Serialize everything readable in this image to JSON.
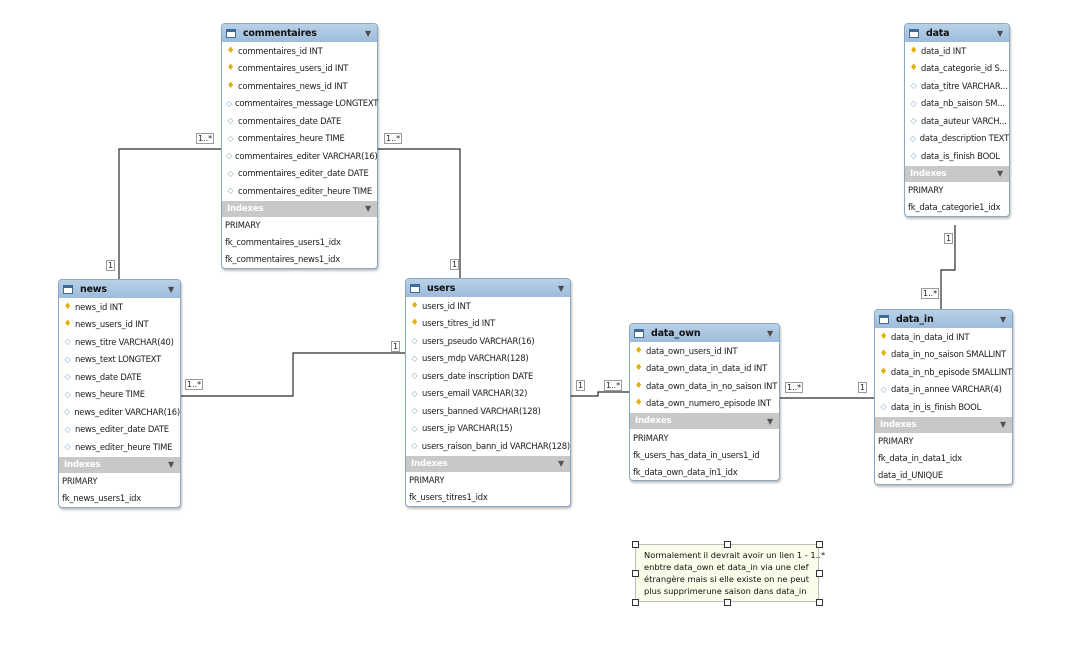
{
  "tables": {
    "commentaires": {
      "title": "commentaires",
      "columns": [
        {
          "text": "commentaires_id INT",
          "icon": "key"
        },
        {
          "text": "commentaires_users_id INT",
          "icon": "key"
        },
        {
          "text": "commentaires_news_id INT",
          "icon": "key"
        },
        {
          "text": "commentaires_message LONGTEXT",
          "icon": "diamond"
        },
        {
          "text": "commentaires_date DATE",
          "icon": "diamond"
        },
        {
          "text": "commentaires_heure TIME",
          "icon": "diamond"
        },
        {
          "text": "commentaires_editer VARCHAR(16)",
          "icon": "diamond"
        },
        {
          "text": "commentaires_editer_date DATE",
          "icon": "diamond"
        },
        {
          "text": "commentaires_editer_heure TIME",
          "icon": "diamond"
        }
      ],
      "indexes_label": "Indexes",
      "indexes": [
        "PRIMARY",
        "fk_commentaires_users1_idx",
        "fk_commentaires_news1_idx"
      ]
    },
    "news": {
      "title": "news",
      "columns": [
        {
          "text": "news_id INT",
          "icon": "key"
        },
        {
          "text": "news_users_id INT",
          "icon": "key"
        },
        {
          "text": "news_titre VARCHAR(40)",
          "icon": "diamond"
        },
        {
          "text": "news_text LONGTEXT",
          "icon": "diamond"
        },
        {
          "text": "news_date DATE",
          "icon": "diamond"
        },
        {
          "text": "news_heure TIME",
          "icon": "diamond"
        },
        {
          "text": "news_editer VARCHAR(16)",
          "icon": "diamond"
        },
        {
          "text": "news_editer_date DATE",
          "icon": "diamond"
        },
        {
          "text": "news_editer_heure TIME",
          "icon": "diamond"
        }
      ],
      "indexes_label": "Indexes",
      "indexes": [
        "PRIMARY",
        "fk_news_users1_idx"
      ]
    },
    "users": {
      "title": "users",
      "columns": [
        {
          "text": "users_id INT",
          "icon": "key"
        },
        {
          "text": "users_titres_id INT",
          "icon": "key"
        },
        {
          "text": "users_pseudo VARCHAR(16)",
          "icon": "diamond"
        },
        {
          "text": "users_mdp VARCHAR(128)",
          "icon": "diamond"
        },
        {
          "text": "users_date inscription DATE",
          "icon": "diamond"
        },
        {
          "text": "users_email VARCHAR(32)",
          "icon": "diamond"
        },
        {
          "text": "users_banned VARCHAR(128)",
          "icon": "diamond"
        },
        {
          "text": "users_ip VARCHAR(15)",
          "icon": "diamond"
        },
        {
          "text": "users_raison_bann_id VARCHAR(128)",
          "icon": "diamond"
        }
      ],
      "indexes_label": "Indexes",
      "indexes": [
        "PRIMARY",
        "fk_users_titres1_idx"
      ]
    },
    "data_own": {
      "title": "data_own",
      "columns": [
        {
          "text": "data_own_users_id INT",
          "icon": "key"
        },
        {
          "text": "data_own_data_in_data_id INT",
          "icon": "key"
        },
        {
          "text": "data_own_data_in_no_saison INT",
          "icon": "key"
        },
        {
          "text": "data_own_numero_episode INT",
          "icon": "key"
        }
      ],
      "indexes_label": "Indexes",
      "indexes": [
        "PRIMARY",
        "fk_users_has_data_in_users1_id",
        "fk_data_own_data_in1_idx"
      ]
    },
    "data": {
      "title": "data",
      "columns": [
        {
          "text": "data_id INT",
          "icon": "key"
        },
        {
          "text": "data_categorie_id S...",
          "icon": "key"
        },
        {
          "text": "data_titre VARCHAR...",
          "icon": "diamond"
        },
        {
          "text": "data_nb_saison SM...",
          "icon": "diamond"
        },
        {
          "text": "data_auteur VARCH...",
          "icon": "diamond"
        },
        {
          "text": "data_description TEXT",
          "icon": "diamond"
        },
        {
          "text": "data_is_finish BOOL",
          "icon": "diamond"
        }
      ],
      "indexes_label": "Indexes",
      "indexes": [
        "PRIMARY",
        "fk_data_categorie1_idx"
      ]
    },
    "data_in": {
      "title": "data_in",
      "columns": [
        {
          "text": "data_in_data_id INT",
          "icon": "key"
        },
        {
          "text": "data_in_no_saison SMALLINT",
          "icon": "key"
        },
        {
          "text": "data_in_nb_episode SMALLINT",
          "icon": "key"
        },
        {
          "text": "data_in_annee VARCHAR(4)",
          "icon": "diamond"
        },
        {
          "text": "data_in_is_finish BOOL",
          "icon": "diamond"
        }
      ],
      "indexes_label": "Indexes",
      "indexes": [
        "PRIMARY",
        "fk_data_in_data1_idx",
        "data_id_UNIQUE"
      ]
    }
  },
  "relations": {
    "news_commentaires_1": "1",
    "news_commentaires_many": "1..*",
    "users_commentaires_1": "1",
    "users_commentaires_many": "1..*",
    "users_news_1": "1",
    "users_news_many": "1..*",
    "users_dataown_1": "1",
    "users_dataown_many": "1..*",
    "datain_dataown_1": "1",
    "datain_dataown_many": "1..*",
    "data_datain_1": "1",
    "data_datain_many": "1..*"
  },
  "note": {
    "lines": [
      "Normalement il devrait avoir un lien 1 - 1..*",
      "enbtre data_own et data_in via une clef",
      "étrangère mais si elle existe on ne peut",
      "plus supprimerune saison dans data_in"
    ]
  },
  "icons": {
    "table": "table-icon",
    "key": "key-icon",
    "column": "column-diamond-icon",
    "toggle": "chevron-down-icon"
  },
  "colors": {
    "header": "#9dbcdb",
    "indexes_bar": "#c8c8c8",
    "key": "#e0b100",
    "column": "#7fa7c9",
    "note_bg": "#fbfbea"
  }
}
